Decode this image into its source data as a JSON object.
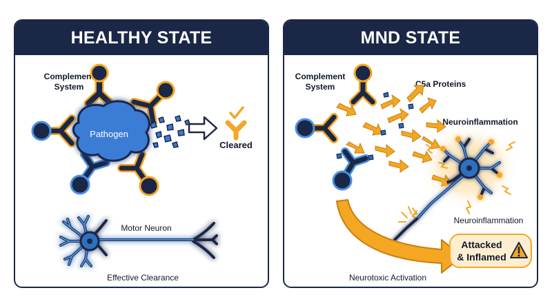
{
  "healthy": {
    "title": "HEALTHY STATE",
    "complement_label_1": "Complement",
    "complement_label_2": "System",
    "pathogen_label": "Pathogen",
    "cleared_label": "Cleared",
    "neuron_label": "Motor Neuron",
    "caption": "Effective Clearance"
  },
  "mnd": {
    "title": "MND STATE",
    "complement_label_1": "Complement",
    "complement_label_2": "System",
    "c5a_label": "C5a Proteins",
    "neuroinflammation_top": "Neuroinflammation",
    "neuroinflammation_side": "Neuroinflammation",
    "attacked_line_1": "Attacked",
    "attacked_line_2": "& Inflamed",
    "caption": "Neurotoxic Activation"
  },
  "colors": {
    "navy": "#1a2747",
    "blue": "#2f6fc0",
    "light_blue": "#4a90e2",
    "orange": "#f5a623",
    "cream": "#fdeed0"
  }
}
